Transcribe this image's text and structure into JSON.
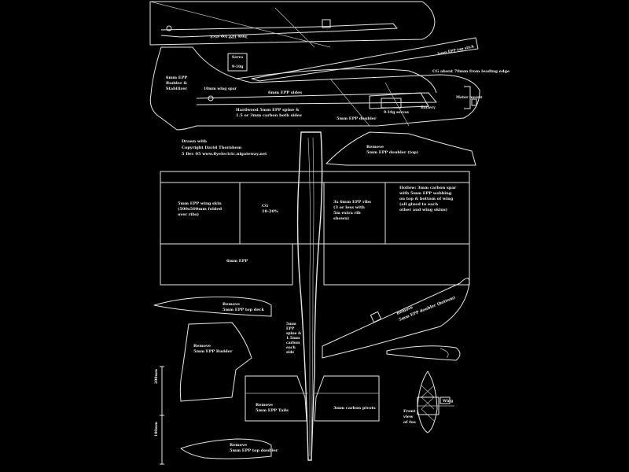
{
  "drawing": {
    "credit": [
      "Drawn with",
      "Copyright David Thornhem",
      "5 Dec 05 www.flyelectric.nlgateway.net"
    ],
    "fuselage": {
      "wing_spar": "10mm wing spar",
      "side_label": "6mm EPP sides",
      "hardwood_line_1": "Hardwood 5mm EPP spine &",
      "hardwood_line_2": "1.5 or 3mm carbon both sides",
      "doubler": "5mm EPP doubler",
      "servos": "9-10g servos",
      "battery": "Battery",
      "cg": "CG about 70mm from leading edge",
      "motor_mount": "Motor mount",
      "rudder_label_1": "6mm EPP",
      "rudder_label_2": "Rudder &",
      "rudder_label_3": "Stabilizer",
      "servo_box": "Servo",
      "servo_box_sub": "9-10g",
      "top_strip_right": "3mm EPP top stick"
    },
    "doubler_top": {
      "line1": "Remove",
      "line2": "5mm EPP doubler (top)"
    },
    "wing": {
      "left_1": "5mm EPP wing skin",
      "left_2": "(500x500mm folded",
      "left_3": "over ribs)",
      "cg_1": "CG",
      "cg_2": "18-20%",
      "mid_1": "3x 6mm EPP ribs",
      "mid_2": "(3 or less with",
      "mid_3": "5m extra rib",
      "mid_4": "shown)",
      "right_1": "Hollow: 3mm carbon spar",
      "right_2": "with 5mm EPP webbing",
      "right_3": "on top & bottom of wing",
      "right_4": "(all glued to each",
      "right_5": "other and wing skins)",
      "bottom": "6mm EPP"
    },
    "top_deck": {
      "line1": "Remove",
      "line2": "5mm EPP top deck"
    },
    "rudder": {
      "line1": "Remove",
      "line2": "5mm EPP Rudder"
    },
    "spine_note": [
      "5mm",
      "EPP",
      "spine &",
      "1.5mm",
      "carbon",
      "each",
      "side"
    ],
    "fuse_doubler_bottom": {
      "line1": "Remove",
      "line2": "5mm EPP doubler (bottom)"
    },
    "tail_left": {
      "line1": "Remove",
      "line2": "5mm EPP Tails"
    },
    "tail_right": "3mm carbon pivots",
    "front_view": [
      "Front",
      "view",
      "of fus"
    ],
    "bottom_doubler": {
      "line1": "Remove",
      "line2": "5mm EPP top doubler"
    },
    "scale_top": "200mm",
    "scale_bottom": "100mm",
    "wing_tag": "Wing"
  }
}
